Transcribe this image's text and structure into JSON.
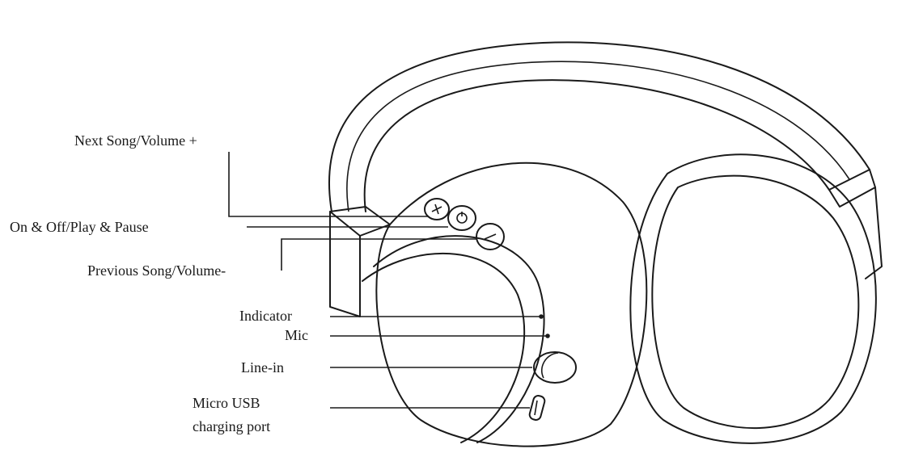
{
  "labels": {
    "next_song": "Next Song/Volume +",
    "on_off": "On & Off/Play & Pause",
    "previous_song": "Previous Song/Volume-",
    "indicator": "Indicator",
    "mic": "Mic",
    "line_in": "Line-in",
    "micro_usb_line1": "Micro USB",
    "micro_usb_line2": "charging port"
  },
  "icons": {
    "plus_button": "plus-icon",
    "power_button": "power-icon",
    "minus_button": "minus-icon"
  }
}
